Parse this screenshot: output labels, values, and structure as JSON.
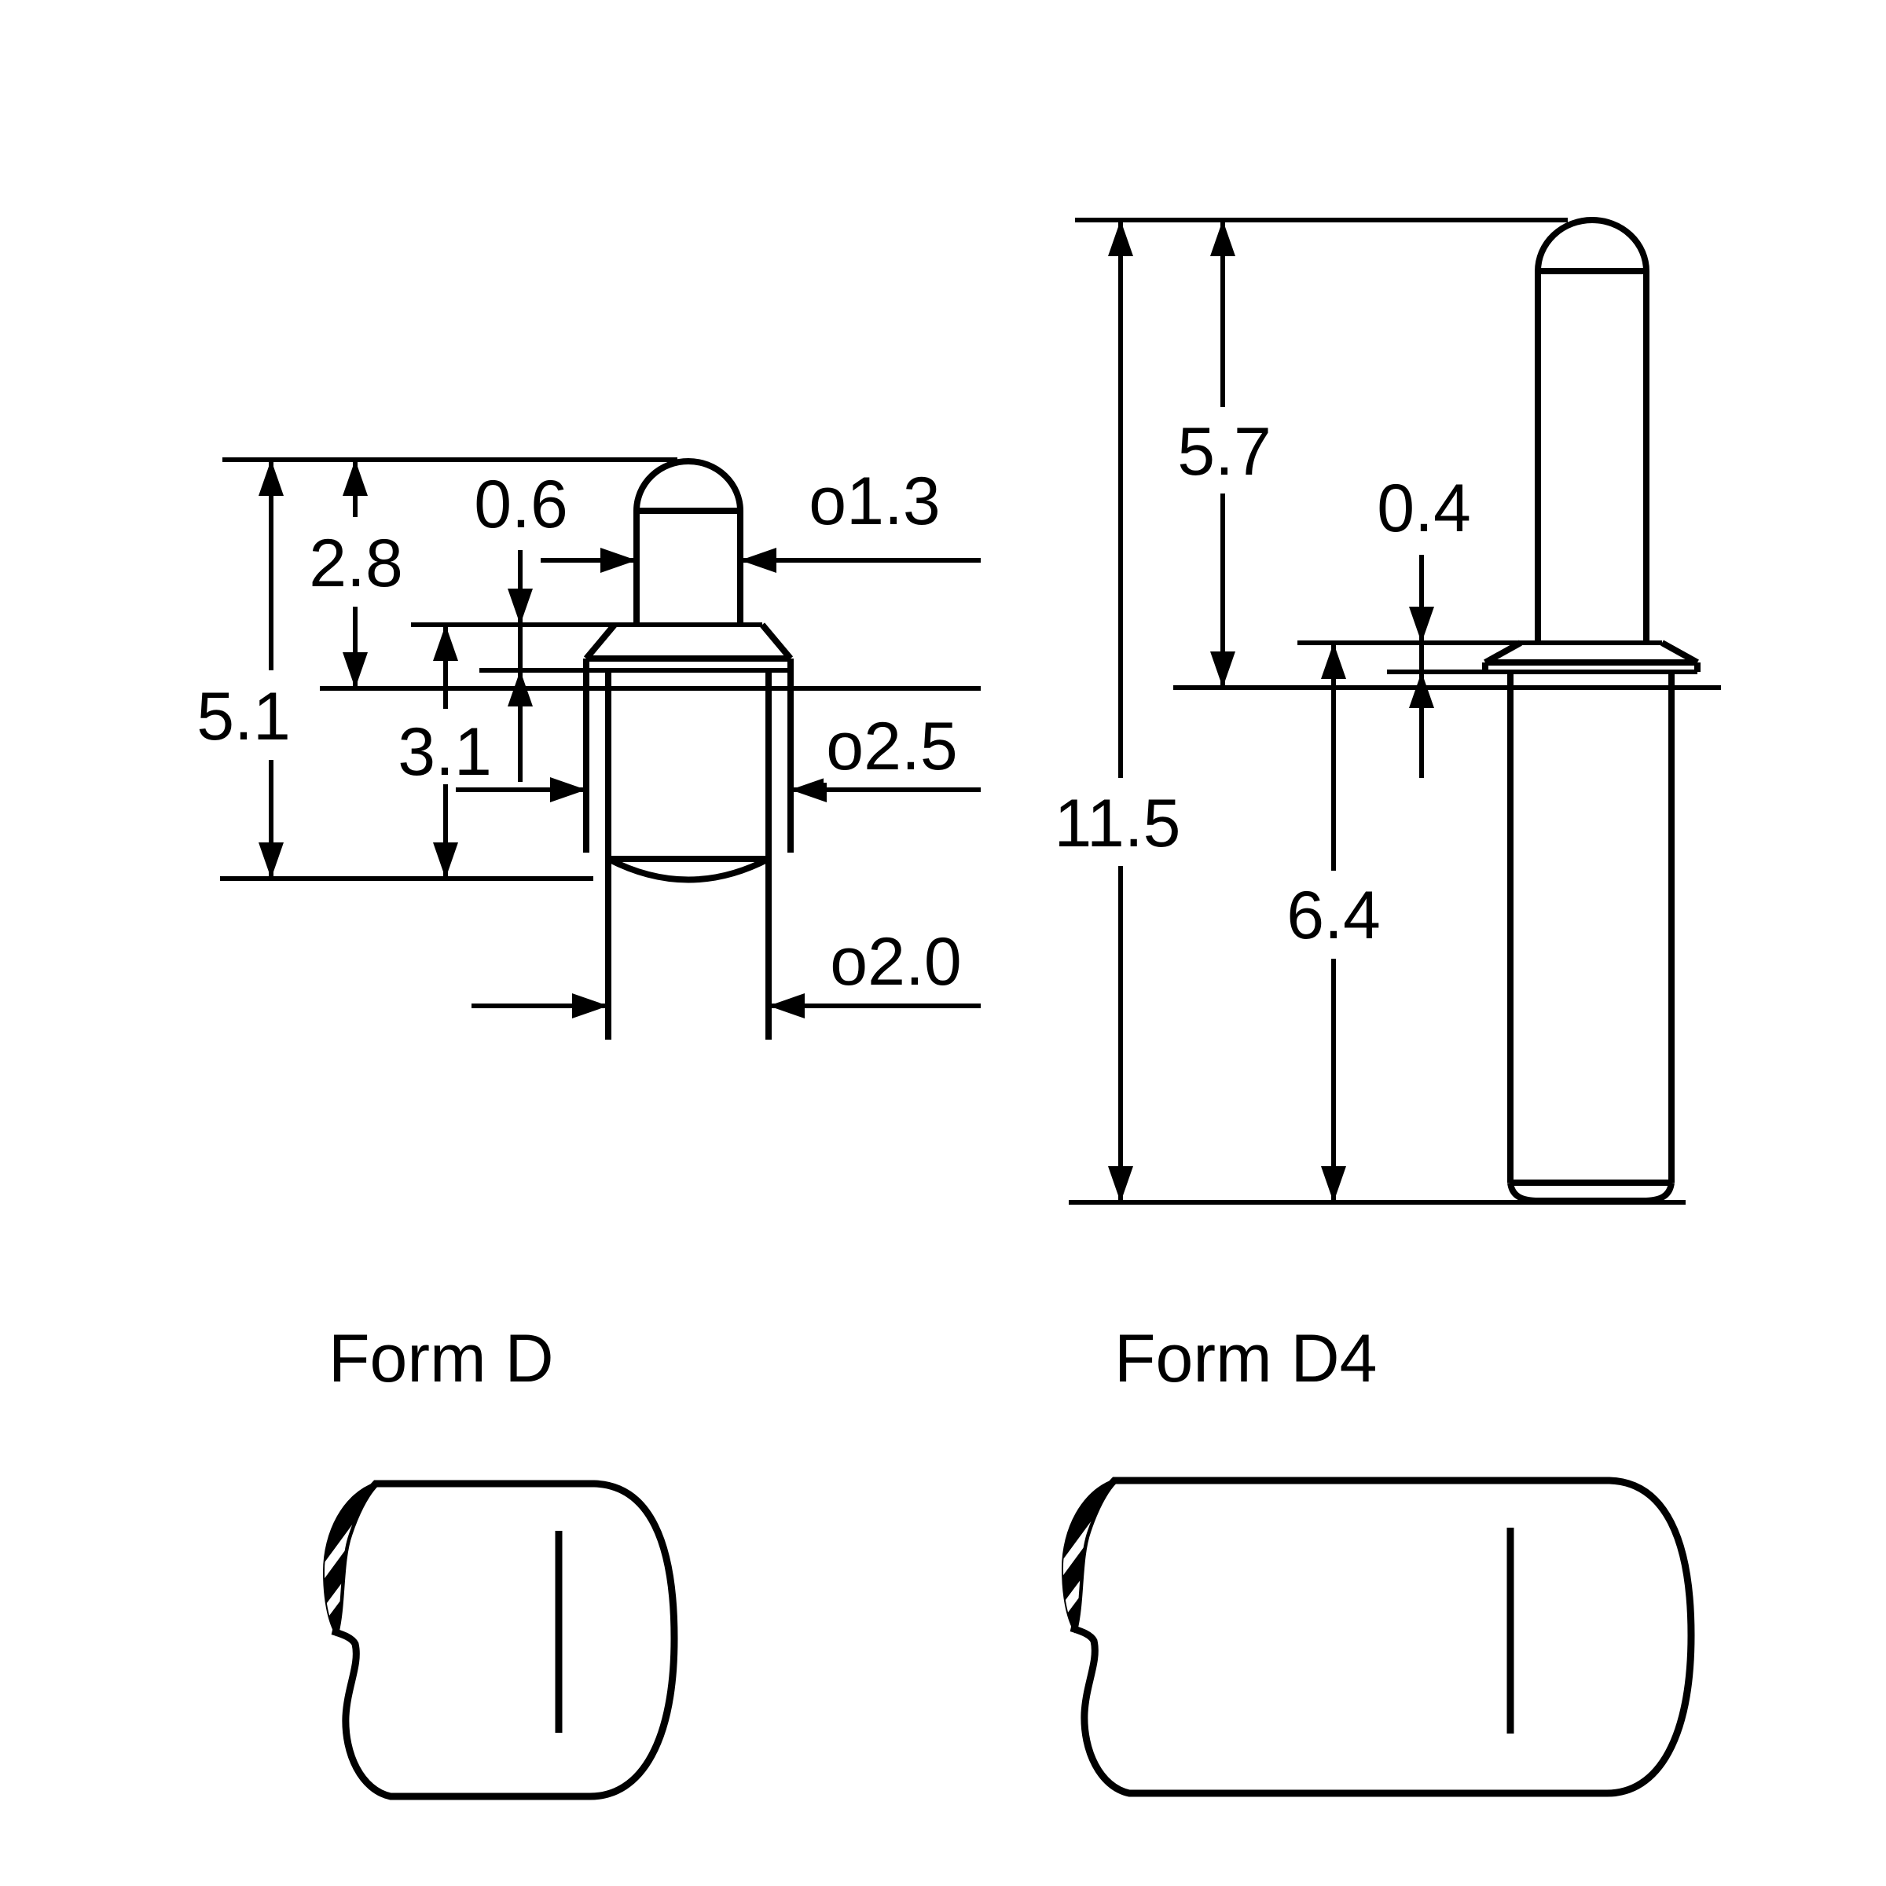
{
  "title": "Spring contact probe dimensional drawing",
  "colors": {
    "background": "#ffffff",
    "line": "#000000"
  },
  "views": {
    "side_view": {
      "description": "threaded probe side view",
      "dims": {
        "tip_to_cone": "2.8",
        "tip_to_base": "5.1",
        "neck_step": "0.6",
        "cone_to_base": "3.1",
        "tip_diameter": "o1.3",
        "thread_diameter": "o2.5",
        "shank_diameter": "o2.0"
      }
    },
    "pin_view": {
      "description": "long pin with flange and barrel",
      "dims": {
        "above_flange": "5.7",
        "flange_thickness": "0.4",
        "overall_length": "11.5",
        "below_flange": "6.4"
      }
    }
  },
  "tip_forms": {
    "d": {
      "label": "Form D"
    },
    "d4": {
      "label": "Form D4"
    }
  }
}
